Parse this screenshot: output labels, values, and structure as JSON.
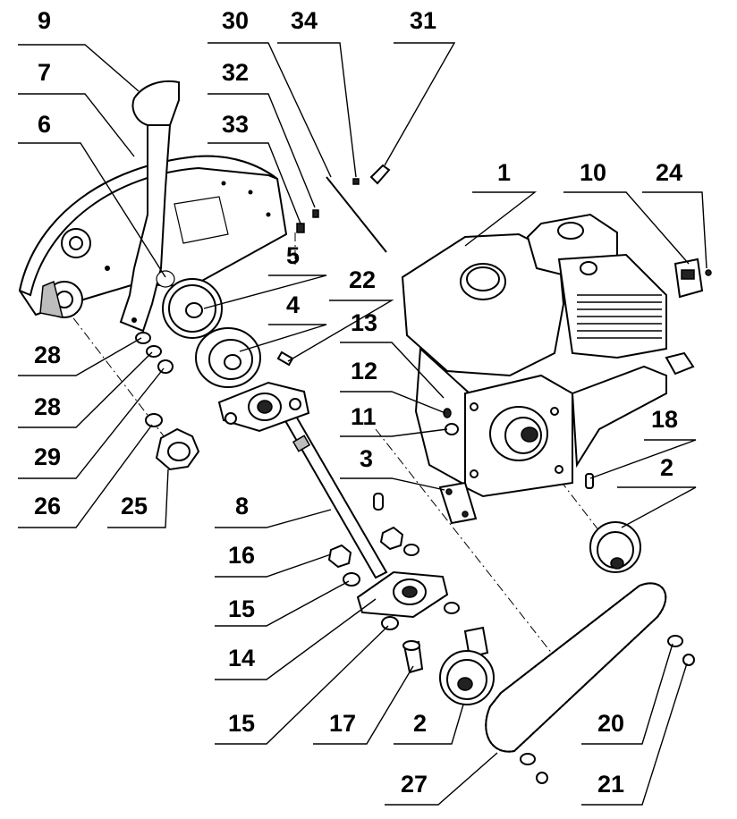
{
  "labels": {
    "l9": "9",
    "l7": "7",
    "l6": "6",
    "l30": "30",
    "l34": "34",
    "l31": "31",
    "l32": "32",
    "l33": "33",
    "l1": "1",
    "l10": "10",
    "l24": "24",
    "l5": "5",
    "l22": "22",
    "l4": "4",
    "l13": "13",
    "l12": "12",
    "l11": "11",
    "l3": "3",
    "l18": "18",
    "l2a": "2",
    "l28a": "28",
    "l28b": "28",
    "l29": "29",
    "l26": "26",
    "l25": "25",
    "l8": "8",
    "l16": "16",
    "l15a": "15",
    "l14": "14",
    "l15b": "15",
    "l17": "17",
    "l2b": "2",
    "l20": "20",
    "l27": "27",
    "l21": "21"
  }
}
